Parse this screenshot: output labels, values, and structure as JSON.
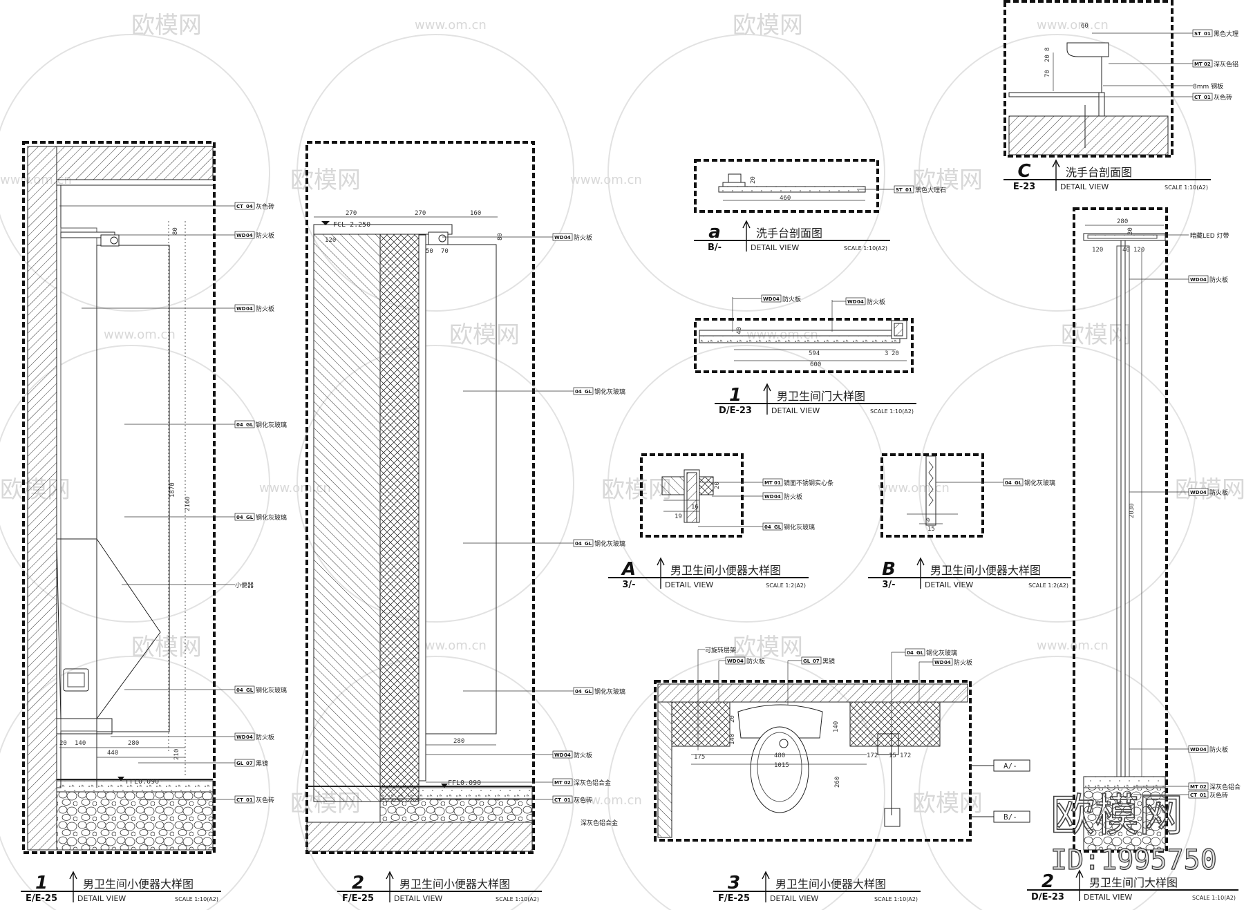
{
  "watermarks": {
    "logo_text": "欧模网",
    "url_text": "www.om.cn",
    "big_text": "欧模网",
    "id_text": "ID:1995750"
  },
  "materials": {
    "ct04": "灰色砖",
    "wd04": "防火板",
    "gl04": "钢化灰玻璃",
    "urinal": "小便器",
    "gl07": "黑镜",
    "ct01": "灰色砖",
    "mt02": "深灰色铝合金",
    "mt02_plain": "深灰色铝合金",
    "st01": "黑色大理石",
    "st01_short": "黑色大理",
    "mt02_short": "深灰色铝",
    "steel": "8mm 钢板",
    "mt01": "镜面不锈钢实心条",
    "led": "暗藏LED 灯带",
    "rotate": "可旋转层架",
    "ct01_short": "灰色砖",
    "mt02_cut": "深灰色铝合"
  },
  "codes": {
    "ct": "CT",
    "wd": "WD",
    "gl": "GL",
    "mt": "MT",
    "st": "ST",
    "n04": "04",
    "n01": "01",
    "n02": "02",
    "n07": "07"
  },
  "dims": {
    "d80": "80",
    "d1870": "1870",
    "d2160": "2160",
    "d20": "20",
    "d140": "140",
    "d280": "280",
    "d440": "440",
    "d210": "210",
    "d270": "270",
    "d160": "160",
    "d120": "120",
    "d50": "50",
    "d70": "70",
    "d460": "460",
    "d40": "40",
    "d594": "594",
    "d600": "600",
    "d3": "3",
    "d16": "16",
    "d19": "19",
    "d9": "9",
    "d15": "15",
    "d60": "60",
    "d8": "8",
    "d2030": "2030",
    "d175": "175",
    "d480": "480",
    "d1015": "1015",
    "d172": "172",
    "d260": "260",
    "d30": "30"
  },
  "levels": {
    "ffl1": "FFL0.090",
    "ffl2": "FFL0.090",
    "fcl": "FCL 2.250"
  },
  "section_marks": {
    "a": "A/-",
    "b": "B/-"
  },
  "titles": [
    {
      "num": "1",
      "ref": "E/E-25",
      "name": "男卫生间小便器大样图",
      "view": "DETAIL VIEW",
      "scale": "SCALE 1:10(A2)"
    },
    {
      "num": "2",
      "ref": "F/E-25",
      "name": "男卫生间小便器大样图",
      "view": "DETAIL VIEW",
      "scale": "SCALE 1:10(A2)"
    },
    {
      "num": "a",
      "ref": "B/-",
      "name": "洗手台剖面图",
      "view": "DETAIL VIEW",
      "scale": "SCALE 1:10(A2)"
    },
    {
      "num": "1",
      "ref": "D/E-23",
      "name": "男卫生间门大样图",
      "view": "DETAIL VIEW",
      "scale": "SCALE 1:10(A2)"
    },
    {
      "num": "A",
      "ref": "3/-",
      "name": "男卫生间小便器大样图",
      "view": "DETAIL VIEW",
      "scale": "SCALE 1:2(A2)"
    },
    {
      "num": "B",
      "ref": "3/-",
      "name": "男卫生间小便器大样图",
      "view": "DETAIL VIEW",
      "scale": "SCALE 1:2(A2)"
    },
    {
      "num": "3",
      "ref": "F/E-25",
      "name": "男卫生间小便器大样图",
      "view": "DETAIL VIEW",
      "scale": "SCALE 1:10(A2)"
    },
    {
      "num": "C",
      "ref": "E-23",
      "name": "洗手台剖面图",
      "view": "DETAIL VIEW",
      "scale": "SCALE 1:10(A2)"
    },
    {
      "num": "2",
      "ref": "D/E-23",
      "name": "男卫生间门大样图",
      "view": "DETAIL VIEW",
      "scale": "SCALE 1:10(A2)"
    }
  ]
}
